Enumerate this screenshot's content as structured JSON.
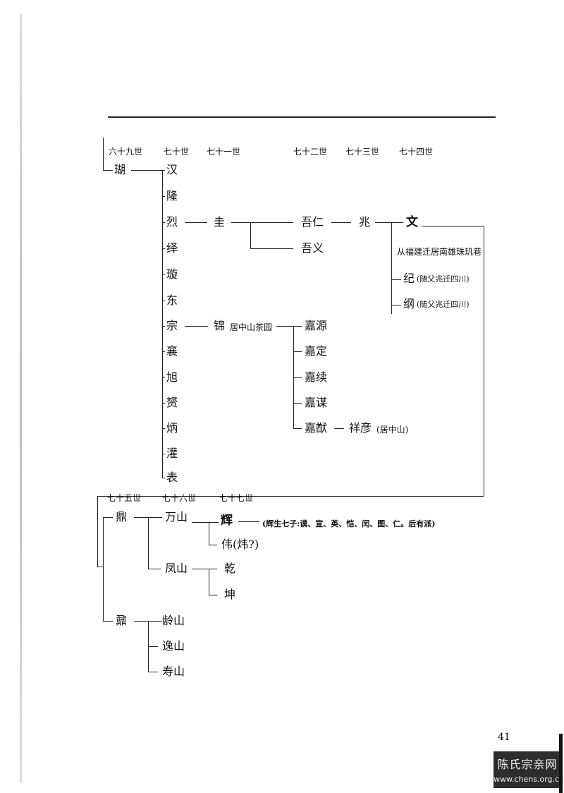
{
  "generations_top": [
    "六十九世",
    "七十世",
    "七十一世",
    "七十二世",
    "七十三世",
    "七十四世"
  ],
  "gen69": "瑚",
  "gen70": [
    "汉",
    "隆",
    "烈",
    "绎",
    "璇",
    "东",
    "宗",
    "襄",
    "旭",
    "赟",
    "炳",
    "灌",
    "表"
  ],
  "gen71": {
    "gui": "圭",
    "jin": "锦",
    "jin_note": "居中山茶园"
  },
  "gen72": {
    "wuren": "吾仁",
    "wuyi": "吾义",
    "jia": [
      "嘉源",
      "嘉定",
      "嘉续",
      "嘉谋",
      "嘉猷"
    ]
  },
  "gen73": {
    "zhao": "兆",
    "xiangyan": "祥彦",
    "xiangyan_note": "(居中山)"
  },
  "gen74": {
    "wen": "文",
    "wen_note": "从福建迁居南雄珠玑巷",
    "ji": "纪",
    "ji_note": "(随父兆迁四川)",
    "gang": "纲",
    "gang_note": "(随父兆迁四川)"
  },
  "generations_bottom": [
    "七十五世",
    "七十六世",
    "七十七世"
  ],
  "gen75": [
    "鼎",
    "鼐"
  ],
  "gen76": [
    "万山",
    "凤山",
    "龄山",
    "逸山",
    "寿山"
  ],
  "gen77": {
    "hui": "辉",
    "hui_note": "(辉生七子:谟、宣、英、恺、闰、图、仁。后有派)",
    "wei": "伟(炜?)",
    "qian": "乾",
    "kun": "坤"
  },
  "page_number": "41",
  "watermark": {
    "line1": "陈氏宗亲网",
    "line2": "www.chens.org.cn"
  }
}
